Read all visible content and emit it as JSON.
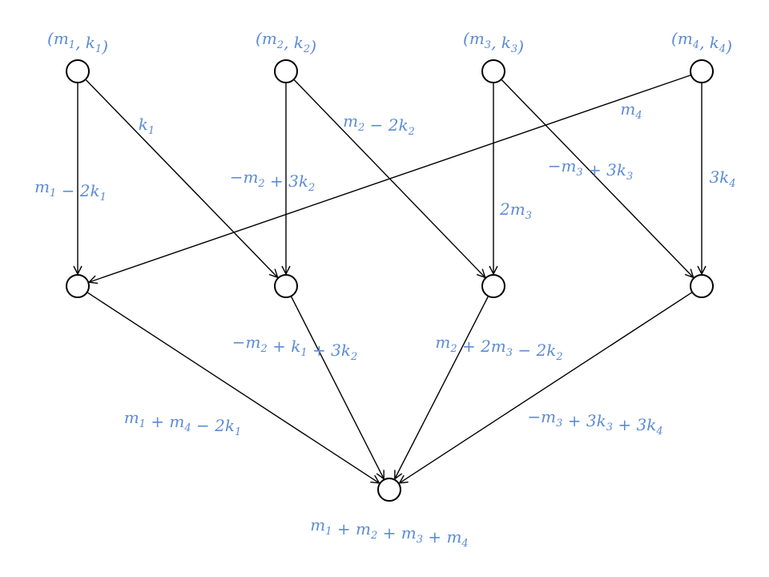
{
  "colors": {
    "label": "#5b8bd6",
    "line": "#000000"
  },
  "sources": [
    {
      "id": "s1",
      "label": {
        "m": "m",
        "mi": "1",
        "k": "k",
        "ki": "1"
      }
    },
    {
      "id": "s2",
      "label": {
        "m": "m",
        "mi": "2",
        "k": "k",
        "ki": "2"
      }
    },
    {
      "id": "s3",
      "label": {
        "m": "m",
        "mi": "3",
        "k": "k",
        "ki": "3"
      }
    },
    {
      "id": "s4",
      "label": {
        "m": "m",
        "mi": "4",
        "k": "k",
        "ki": "4"
      }
    }
  ],
  "middle": [
    {
      "id": "n1"
    },
    {
      "id": "n2"
    },
    {
      "id": "n3"
    },
    {
      "id": "n4"
    }
  ],
  "sink": {
    "id": "t",
    "label": [
      [
        "m",
        "1"
      ],
      [
        " + m",
        "2"
      ],
      [
        " + m",
        "3"
      ],
      [
        " + m",
        "4"
      ]
    ]
  },
  "edges": [
    {
      "from": "s1",
      "to": "n1",
      "label": [
        [
          "m",
          "1"
        ],
        [
          " − 2k",
          "1"
        ]
      ]
    },
    {
      "from": "s1",
      "to": "n2",
      "label": [
        [
          "k",
          "1"
        ]
      ]
    },
    {
      "from": "s2",
      "to": "n2",
      "label": [
        [
          "−m",
          "2"
        ],
        [
          " + 3k",
          "2"
        ]
      ]
    },
    {
      "from": "s2",
      "to": "n3",
      "label": [
        [
          "m",
          "2"
        ],
        [
          " − 2k",
          "2"
        ]
      ]
    },
    {
      "from": "s3",
      "to": "n3",
      "label": [
        [
          "2m",
          "3"
        ]
      ]
    },
    {
      "from": "s3",
      "to": "n4",
      "label": [
        [
          "−m",
          "3"
        ],
        [
          " + 3k",
          "3"
        ]
      ]
    },
    {
      "from": "s4",
      "to": "n1",
      "label": [
        [
          "m",
          "4"
        ]
      ]
    },
    {
      "from": "s4",
      "to": "n4",
      "label": [
        [
          "3k",
          "4"
        ]
      ]
    },
    {
      "from": "n1",
      "to": "t",
      "label": [
        [
          "m",
          "1"
        ],
        [
          " + m",
          "4"
        ],
        [
          " − 2k",
          "1"
        ]
      ]
    },
    {
      "from": "n2",
      "to": "t",
      "label": [
        [
          "−m",
          "2"
        ],
        [
          " + k",
          "1"
        ],
        [
          " + 3k",
          "2"
        ]
      ]
    },
    {
      "from": "n3",
      "to": "t",
      "label": [
        [
          "m",
          "2"
        ],
        [
          " + 2m",
          "3"
        ],
        [
          " − 2k",
          "2"
        ]
      ]
    },
    {
      "from": "n4",
      "to": "t",
      "label": [
        [
          "−m",
          "3"
        ],
        [
          " + 3k",
          "3"
        ],
        [
          " + 3k",
          "4"
        ]
      ]
    }
  ]
}
